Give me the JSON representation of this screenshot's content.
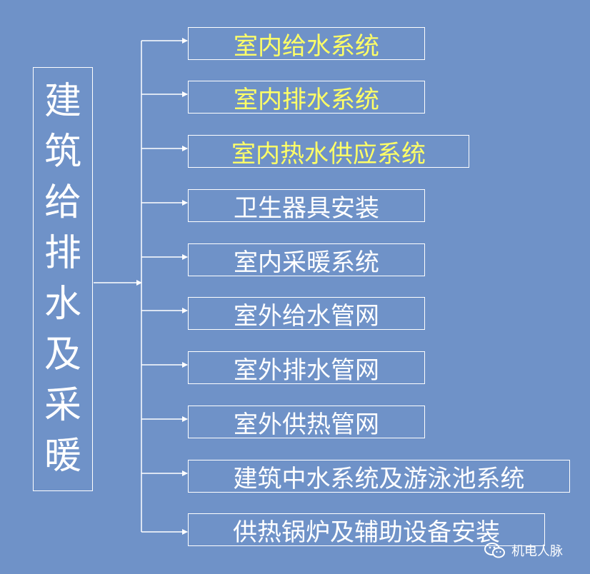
{
  "root": {
    "chars": [
      "建",
      "筑",
      "给",
      "排",
      "水",
      "及",
      "采",
      "暖"
    ]
  },
  "colors": {
    "background": "#6f92c8",
    "highlight": "#ffff66",
    "normal": "#ffffff",
    "line": "#ffffff"
  },
  "children": [
    {
      "label": "室内给水系统",
      "highlight": true
    },
    {
      "label": "室内排水系统",
      "highlight": true
    },
    {
      "label": "室内热水供应系统",
      "highlight": true
    },
    {
      "label": "卫生器具安装",
      "highlight": false
    },
    {
      "label": "室内采暖系统",
      "highlight": false
    },
    {
      "label": "室外给水管网",
      "highlight": false
    },
    {
      "label": "室外排水管网",
      "highlight": false
    },
    {
      "label": "室外供热管网",
      "highlight": false
    },
    {
      "label": "建筑中水系统及游泳池系统",
      "highlight": false
    },
    {
      "label": "供热锅炉及辅助设备安装",
      "highlight": false
    }
  ],
  "watermark": {
    "icon": "wechat-icon",
    "text": "机电人脉"
  }
}
